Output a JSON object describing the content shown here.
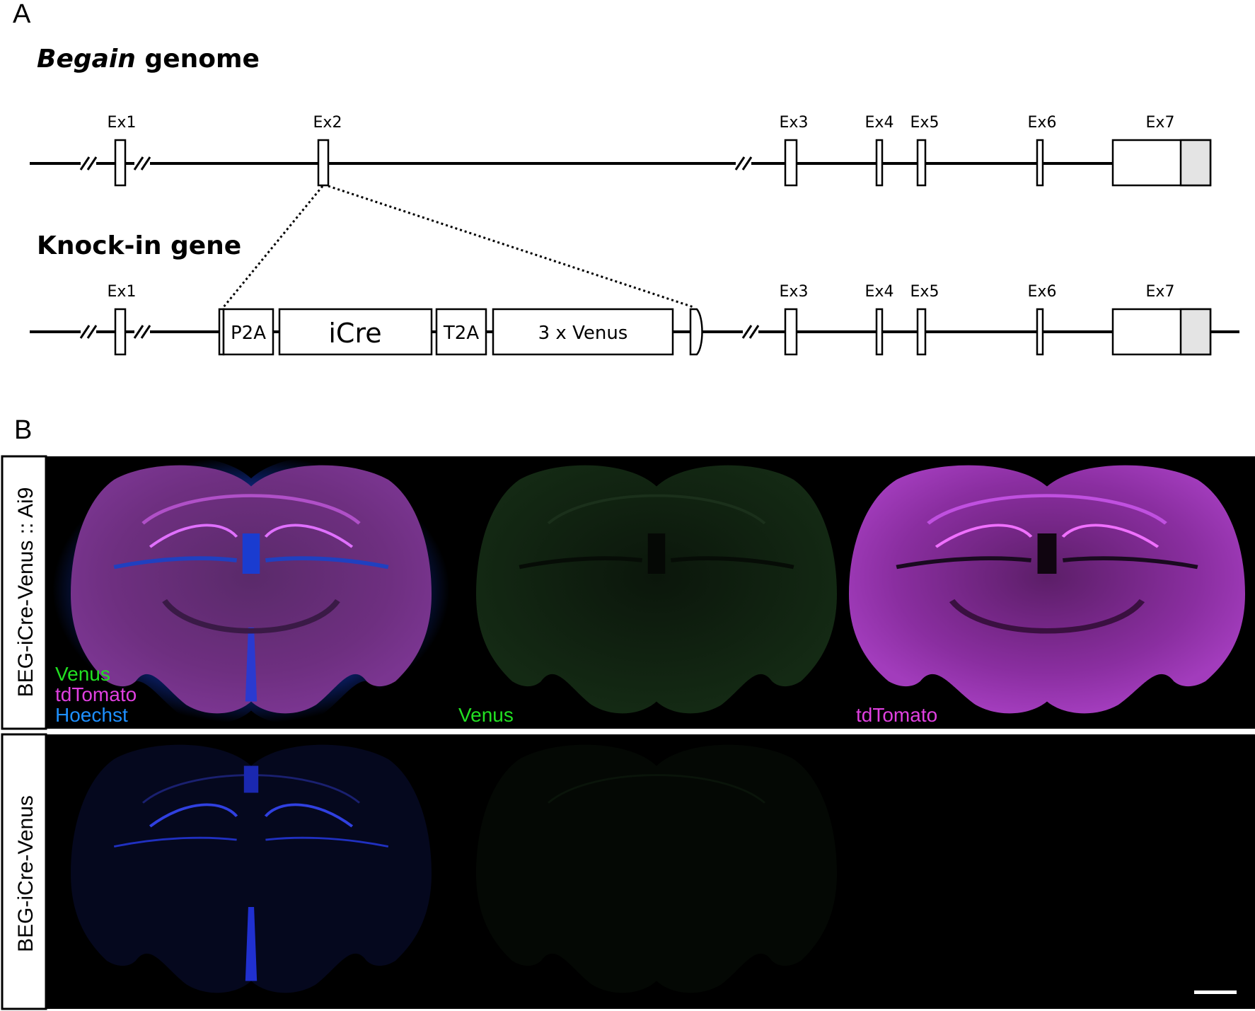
{
  "panel_a": {
    "letter": "A",
    "genome_title_italic": "Begain",
    "genome_title_rest": " genome",
    "knockin_title": "Knock-in gene",
    "exon_labels": {
      "ex1": "Ex1",
      "ex2": "Ex2",
      "ex3": "Ex3",
      "ex4": "Ex4",
      "ex5": "Ex5",
      "ex6": "Ex6",
      "ex7": "Ex7"
    },
    "cassette": {
      "p2a": "P2A",
      "icre": "iCre",
      "t2a": "T2A",
      "venus": "3 x Venus"
    }
  },
  "panel_b": {
    "letter": "B",
    "rows": [
      {
        "label": "BEG-iCre-Venus :: Ai9",
        "merge_legend": [
          "Venus",
          "tdTomato",
          "Hoechst"
        ],
        "venus_label": "Venus",
        "tdtomato_label": "tdTomato"
      },
      {
        "label": "BEG-iCre-Venus"
      }
    ],
    "colors": {
      "venus": "#22e022",
      "tdtomato": "#e040e0",
      "hoechst": "#1e90ff"
    }
  }
}
